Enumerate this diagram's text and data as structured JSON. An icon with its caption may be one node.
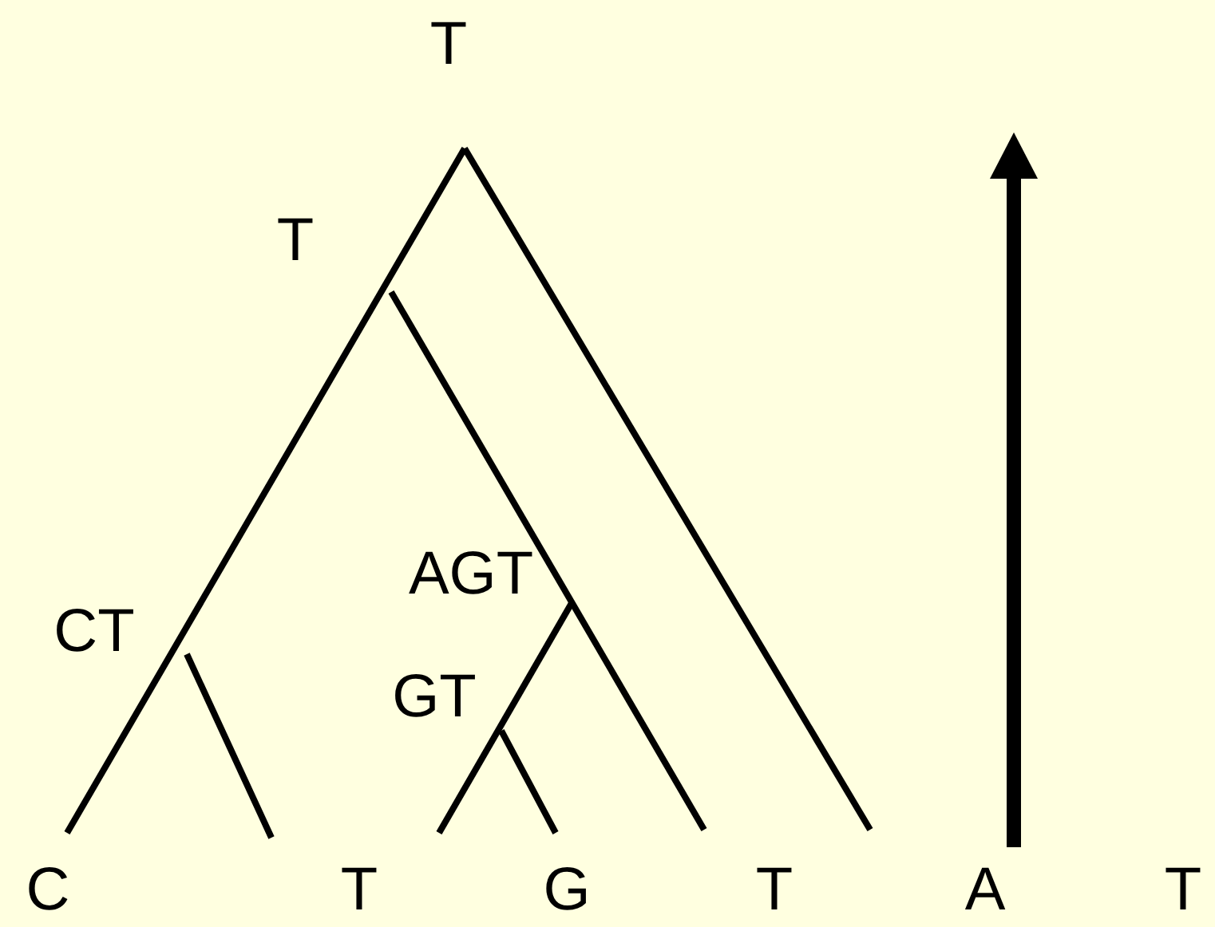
{
  "diagram": {
    "labels": [
      "T",
      "T",
      "AGT",
      "CT",
      "GT",
      "C",
      "T",
      "G",
      "T",
      "A",
      "T"
    ]
  }
}
